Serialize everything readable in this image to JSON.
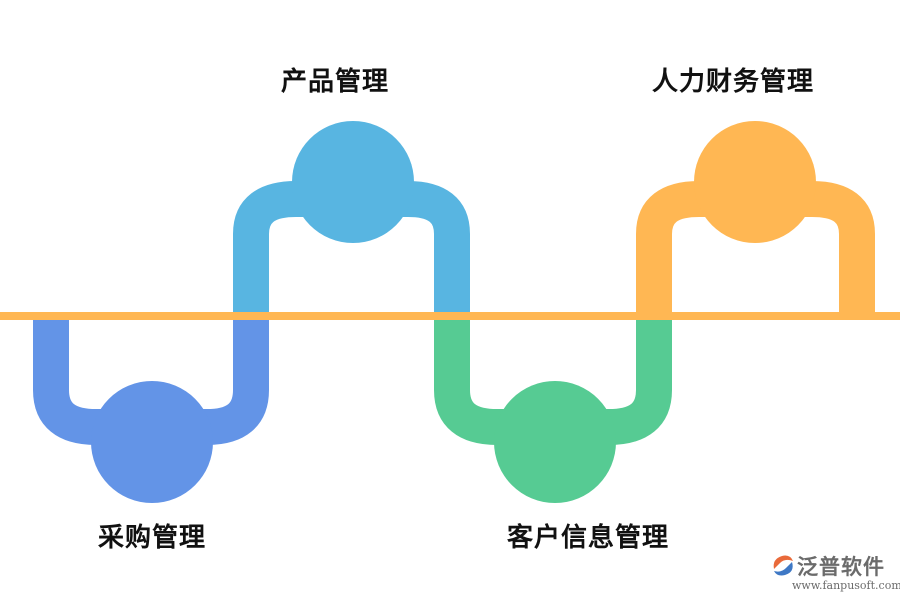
{
  "stages": [
    {
      "label": "采购管理",
      "color": "#6394E7",
      "position": "below"
    },
    {
      "label": "产品管理",
      "color": "#58B5E1",
      "position": "above"
    },
    {
      "label": "客户信息管理",
      "color": "#56CB93",
      "position": "below"
    },
    {
      "label": "人力财务管理",
      "color": "#FFB753",
      "position": "above"
    }
  ],
  "baseline_color": "#FFB753",
  "logo": {
    "name": "泛普软件",
    "url": "www.fanpusoft.com",
    "icon": "fanpu-logo-icon",
    "colors": [
      "#E96A3A",
      "#3E78C5"
    ]
  }
}
